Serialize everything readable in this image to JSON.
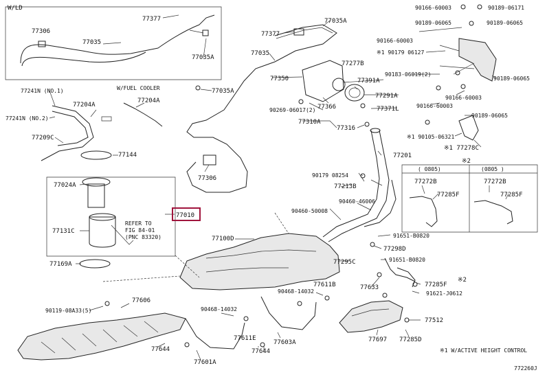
{
  "diagram": {
    "ref_code": "772260J",
    "note_active_height": "※1 W/ACTIVE HEIGHT CONTROL",
    "highlight_part": "77010",
    "labels": {
      "w_ld": "W/LD",
      "p77377a": "77377",
      "p77306a": "77306",
      "p77035a": "77035",
      "p77035A_a": "77035A",
      "p77377b": "77377",
      "p77035A_b": "77035A",
      "p77035b": "77035",
      "p77350": "77350",
      "p77391A": "77391A",
      "p77291A": "77291A",
      "p77371L": "77371L",
      "p77277B": "77277B",
      "p77366": "77366",
      "p90269": "90269-06017(2)",
      "p77310A": "77310A",
      "p77316": "77316",
      "p77035A_c": "77035A",
      "p77306b": "77306",
      "p77241N1": "77241N (NO.1)",
      "p77241N2": "77241N (NO.2)",
      "p77204A_a": "77204A",
      "p77209C": "77209C",
      "fuel_cooler": "W/FUEL COOLER",
      "p77204A_b": "77204A",
      "p77144": "77144",
      "p77024A": "77024A",
      "p77131C": "77131C",
      "refer1": "REFER TO",
      "refer2": "FIG 84-01",
      "refer3": "(PNC 83320)",
      "p77010": "77010",
      "p77169A": "77169A",
      "p77100D": "77100D",
      "p90460a": "90460-50008",
      "p90460b": "90460-46006",
      "p77213B": "77213B",
      "p90179a": "90179 08254",
      "p77201": "77201",
      "p77295C": "77295C",
      "p77298D": "77298D",
      "p91651a": "91651-B0820",
      "p91651b": "91651-B0820",
      "p77633": "77633",
      "p77285F_c": "77285F",
      "x2b": "※2",
      "p91621": "91621-J0612",
      "p77512": "77512",
      "p77697": "77697",
      "p77285D": "77285D",
      "p90119": "90119-08A33(5)",
      "p77606": "77606",
      "p90468a": "90468-14032",
      "p90468b": "90468-14032",
      "p77611B": "77611B",
      "p77611E": "77611E",
      "p77603A": "77603A",
      "p77644a": "77644",
      "p77644b": "77644",
      "p77601A": "77601A",
      "p90166a": "90166-60003",
      "p90189a": "90189-06171",
      "p90189b": "90189-06065",
      "p90166b": "90166-60003",
      "p90189c": "90189-06065",
      "p90179b": "※1 90179 06127",
      "p90183": "90183-06019(2)",
      "p90189d": "90189-06065",
      "p90166c": "90166-60003",
      "p90166d": "90166-60003",
      "p90189e": "90189-06065",
      "p90105": "※1 90105-06321",
      "p77278C": "※1 77278C",
      "x2a": "※2",
      "box_l_hdr": "(    0805)",
      "box_r_hdr": "(0805    )",
      "p77272B_a": "77272B",
      "p77285F_a": "77285F",
      "p77272B_b": "77272B",
      "p77285F_b": "77285F"
    }
  }
}
